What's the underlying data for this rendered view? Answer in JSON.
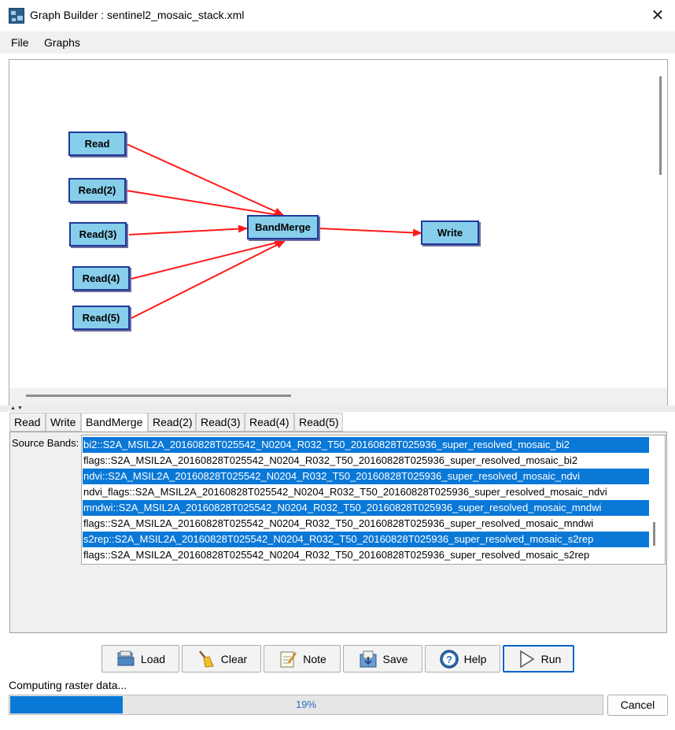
{
  "window": {
    "title": "Graph Builder : sentinel2_mosaic_stack.xml",
    "close_glyph": "✕"
  },
  "menu": {
    "items": [
      "File",
      "Graphs"
    ]
  },
  "graph": {
    "nodes": {
      "read": "Read",
      "read2": "Read(2)",
      "read3": "Read(3)",
      "read4": "Read(4)",
      "read5": "Read(5)",
      "bandmerge": "BandMerge",
      "write": "Write"
    },
    "edge_color": "#ff1a1a"
  },
  "tabs": [
    "Read",
    "Write",
    "BandMerge",
    "Read(2)",
    "Read(3)",
    "Read(4)",
    "Read(5)"
  ],
  "active_tab": "BandMerge",
  "source_bands": {
    "label": "Source Bands:",
    "items": [
      {
        "text": "bi2::S2A_MSIL2A_20160828T025542_N0204_R032_T50_20160828T025936_super_resolved_mosaic_bi2",
        "selected": true
      },
      {
        "text": "flags::S2A_MSIL2A_20160828T025542_N0204_R032_T50_20160828T025936_super_resolved_mosaic_bi2",
        "selected": false
      },
      {
        "text": "ndvi::S2A_MSIL2A_20160828T025542_N0204_R032_T50_20160828T025936_super_resolved_mosaic_ndvi",
        "selected": true
      },
      {
        "text": "ndvi_flags::S2A_MSIL2A_20160828T025542_N0204_R032_T50_20160828T025936_super_resolved_mosaic_ndvi",
        "selected": false
      },
      {
        "text": "mndwi::S2A_MSIL2A_20160828T025542_N0204_R032_T50_20160828T025936_super_resolved_mosaic_mndwi",
        "selected": true
      },
      {
        "text": "flags::S2A_MSIL2A_20160828T025542_N0204_R032_T50_20160828T025936_super_resolved_mosaic_mndwi",
        "selected": false
      },
      {
        "text": "s2rep::S2A_MSIL2A_20160828T025542_N0204_R032_T50_20160828T025936_super_resolved_mosaic_s2rep",
        "selected": true
      },
      {
        "text": "flags::S2A_MSIL2A_20160828T025542_N0204_R032_T50_20160828T025936_super_resolved_mosaic_s2rep",
        "selected": false
      }
    ]
  },
  "buttons": {
    "load": "Load",
    "clear": "Clear",
    "note": "Note",
    "save": "Save",
    "help": "Help",
    "run": "Run"
  },
  "status": {
    "text": "Computing raster data...",
    "progress_percent": 19,
    "progress_label": "19%"
  },
  "cancel": "Cancel",
  "colors": {
    "selection": "#0a78d7",
    "node_fill": "#87ceeb",
    "node_border": "#1e3a9a"
  }
}
